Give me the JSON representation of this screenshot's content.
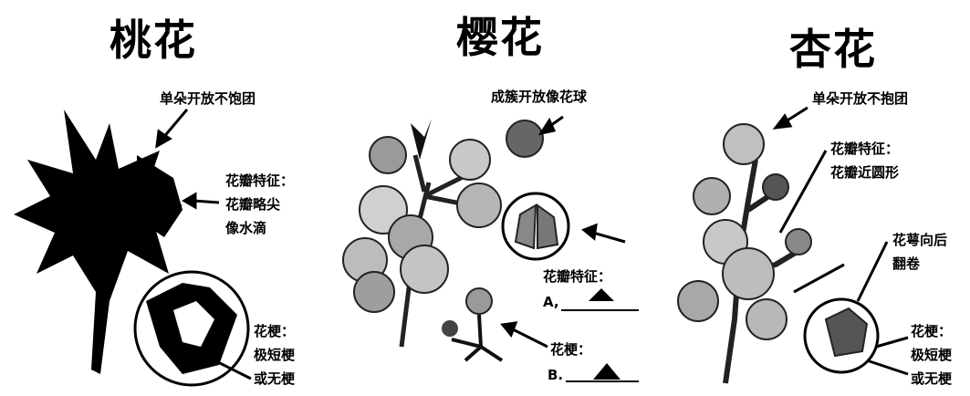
{
  "peach": {
    "title": "桃花",
    "label_single": "单朵开放不饱团",
    "label_petal_1": "花瓣特征：",
    "label_petal_2": "花瓣略尖",
    "label_petal_3": "像水滴",
    "label_stalk_1": "花梗：",
    "label_stalk_2": "极短梗",
    "label_stalk_3": "或无梗"
  },
  "cherry": {
    "title": "樱花",
    "label_cluster": "成簇开放像花球",
    "label_petal": "花瓣特征：",
    "answer_a": "A,",
    "label_stalk": "花梗：",
    "answer_b": "B."
  },
  "apricot": {
    "title": "杏花",
    "label_single": "单朵开放不抱团",
    "label_petal_1": "花瓣特征：",
    "label_petal_2": "花瓣近圆形",
    "label_sepal_1": "花萼向后",
    "label_sepal_2": "翻卷",
    "label_stalk_1": "花梗：",
    "label_stalk_2": "极短梗",
    "label_stalk_3": "或无梗"
  }
}
